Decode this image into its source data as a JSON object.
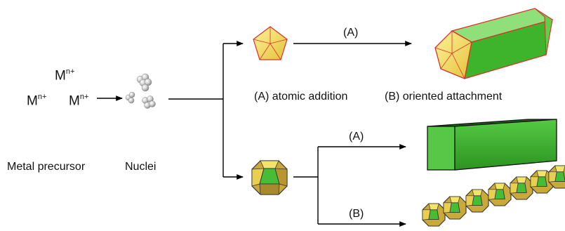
{
  "precursor": {
    "ion_base": "M",
    "ion_charge": "n+",
    "label": "Metal precursor"
  },
  "nuclei": {
    "label": "Nuclei"
  },
  "paths": {
    "top_arrow_label": "(A)",
    "bottom_arrow_a_label": "(A)",
    "bottom_arrow_b_label": "(B)"
  },
  "legend": {
    "a": "(A) atomic addition",
    "b": "(B) oriented attachment"
  },
  "colors": {
    "yellow_face": "#f1d85a",
    "green_face": "#4cc43a",
    "red_edge": "#d9302a",
    "arrow": "#000000"
  }
}
